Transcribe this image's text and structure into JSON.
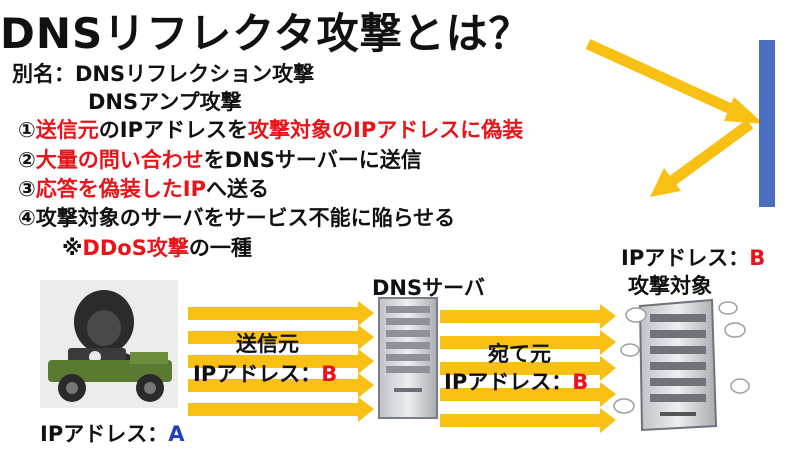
{
  "title": "DNSリフレクタ攻撃とは？",
  "aliases": {
    "label": "別名：",
    "alias1": "DNSリフレクション攻撃",
    "alias2": "DNSアンプ攻撃"
  },
  "steps": [
    {
      "num": "①",
      "p1": "送信元",
      "p2": "のIPアドレスを",
      "p3": "攻撃対象のIPアドレスに偽装",
      "p4": ""
    },
    {
      "num": "②",
      "p1": "大量の問い合わせ",
      "p2": "をDNSサーバーに送信",
      "p3": "",
      "p4": ""
    },
    {
      "num": "③",
      "p1": "応答を偽装したIP",
      "p2": "へ送る",
      "p3": "",
      "p4": ""
    },
    {
      "num": "④",
      "p1": "攻撃対象のサーバをサービス不能に陥らせる",
      "p2": "",
      "p3": "",
      "p4": ""
    }
  ],
  "note": {
    "prefix": "※",
    "red": "DDoS攻撃",
    "suffix": "の一種"
  },
  "attacker": {
    "ip_label": "IPアドレス：",
    "ip_value": "A"
  },
  "dns_server": {
    "label": "DNSサーバ"
  },
  "request": {
    "line1": "送信元",
    "line2_label": "IPアドレス：",
    "line2_value": "B"
  },
  "response": {
    "line1": "宛て元",
    "line2_label": "IPアドレス：",
    "line2_value": "B"
  },
  "target": {
    "ip_label": "IPアドレス：",
    "ip_value": "B",
    "role": "攻撃対象"
  },
  "colors": {
    "arrow": "#f8c012",
    "arrow_edge": "#e6a400",
    "wall": "#4a6fc0",
    "red": "#e8141a",
    "blue": "#1f3fbf"
  }
}
